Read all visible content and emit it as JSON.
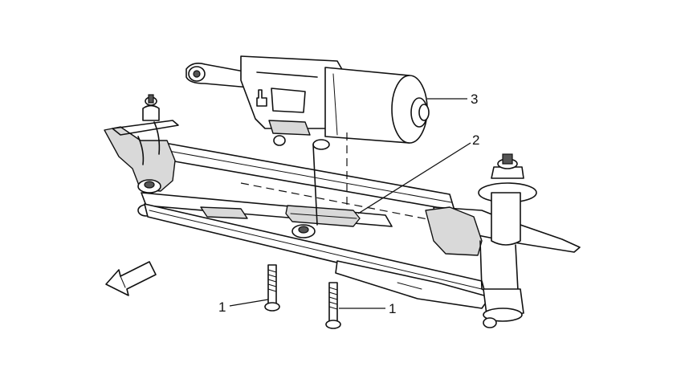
{
  "diagram": {
    "callouts": {
      "bolt_left": "1",
      "bolt_right": "1",
      "bracket": "2",
      "motor": "3"
    }
  },
  "icons": {
    "direction_arrow": "front-direction-arrow-icon",
    "hand": "hand-pointer-icon"
  }
}
